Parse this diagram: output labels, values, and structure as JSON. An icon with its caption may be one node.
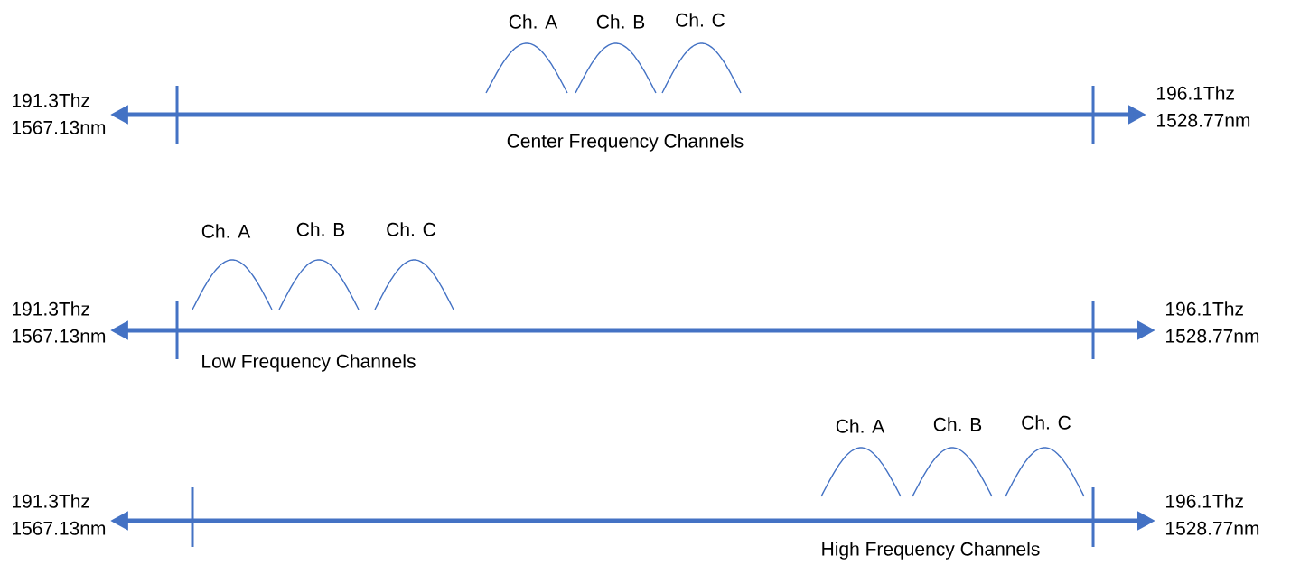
{
  "diagram": {
    "nodes": [
      {
        "text": [
          "191.3Thz",
          "1567.13nm"
        ]
      },
      {
        "text": [
          "196.1Thz",
          "1528.77nm"
        ]
      },
      {
        "text": [
          "191.3Thz",
          "1567.13nm"
        ]
      },
      {
        "text": [
          "196.1Thz",
          "1528.77nm"
        ]
      },
      {
        "text": [
          "191.3Thz",
          "1567.13nm"
        ]
      },
      {
        "text": [
          "196.1Thz",
          "1528.77nm"
        ]
      }
    ],
    "edges": [
      {
        "from": 0,
        "to": 1,
        "arrow": "both"
      },
      {
        "from": 2,
        "to": 3,
        "arrow": "both"
      },
      {
        "from": 4,
        "to": 5,
        "arrow": "both"
      }
    ],
    "labels": [
      "Ch. A",
      "Ch. B",
      "Ch. C",
      "Center Frequency Channels",
      "Ch. A",
      "Ch. B",
      "Ch. C",
      "Low Frequency Channels",
      "Ch. A",
      "Ch. B",
      "Ch. C",
      "High Frequency Channels"
    ]
  }
}
